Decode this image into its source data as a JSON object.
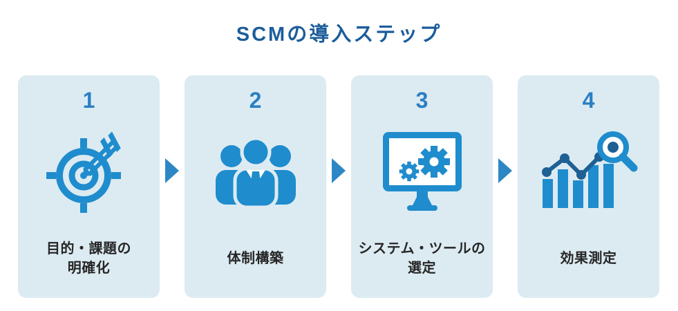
{
  "title": "SCMの導入ステップ",
  "steps": [
    {
      "number": "1",
      "label": "目的・課題の\n明確化",
      "icon": "target-dart-icon"
    },
    {
      "number": "2",
      "label": "体制構築",
      "icon": "team-icon"
    },
    {
      "number": "3",
      "label": "システム・ツールの\n選定",
      "icon": "monitor-gears-icon"
    },
    {
      "number": "4",
      "label": "効果測定",
      "icon": "chart-analysis-icon"
    }
  ],
  "arrow_icon": "right-arrow-icon",
  "colors": {
    "page_background": "#ffffff",
    "card_background": "#dcebf2",
    "icon_blue": "#1f8ccd",
    "dark_line_blue": "#1e6094",
    "number_blue": "#2b7fc3",
    "title_blue": "#1b5d9b",
    "label_text": "#262626",
    "arrow_blue": "#2d87c5"
  }
}
